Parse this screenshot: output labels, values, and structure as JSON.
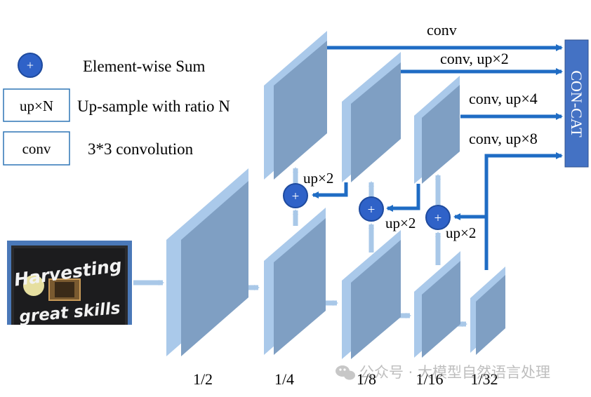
{
  "legend": {
    "sum_symbol": "+",
    "sum_label": "Element-wise Sum",
    "upsample_box": "up×N",
    "upsample_label": "Up-sample with ratio N",
    "conv_box": "conv",
    "conv_label": "3*3 convolution"
  },
  "input_image": {
    "line1": "Harvesting",
    "line2": "great skills"
  },
  "scales": {
    "s2": "1/2",
    "s4": "1/4",
    "s8": "1/8",
    "s16": "1/16",
    "s32": "1/32"
  },
  "top_down": {
    "up_a": "up×2",
    "up_b": "up×2",
    "up_c": "up×2",
    "sum_symbol": "+"
  },
  "outputs": {
    "o1": "conv",
    "o2": "conv, up×2",
    "o3": "conv, up×4",
    "o4": "conv, up×8"
  },
  "concat_label": "CON-CAT",
  "watermark": "公众号 · 大模型自然语言处理",
  "colors": {
    "light_arrow": "#a9c8e8",
    "dark_arrow": "#1f6cc4",
    "sum_fill": "#2f62c8",
    "concat_fill": "#4472c4",
    "plate_front": "#7f9fc3",
    "plate_side": "#aac9ea"
  }
}
